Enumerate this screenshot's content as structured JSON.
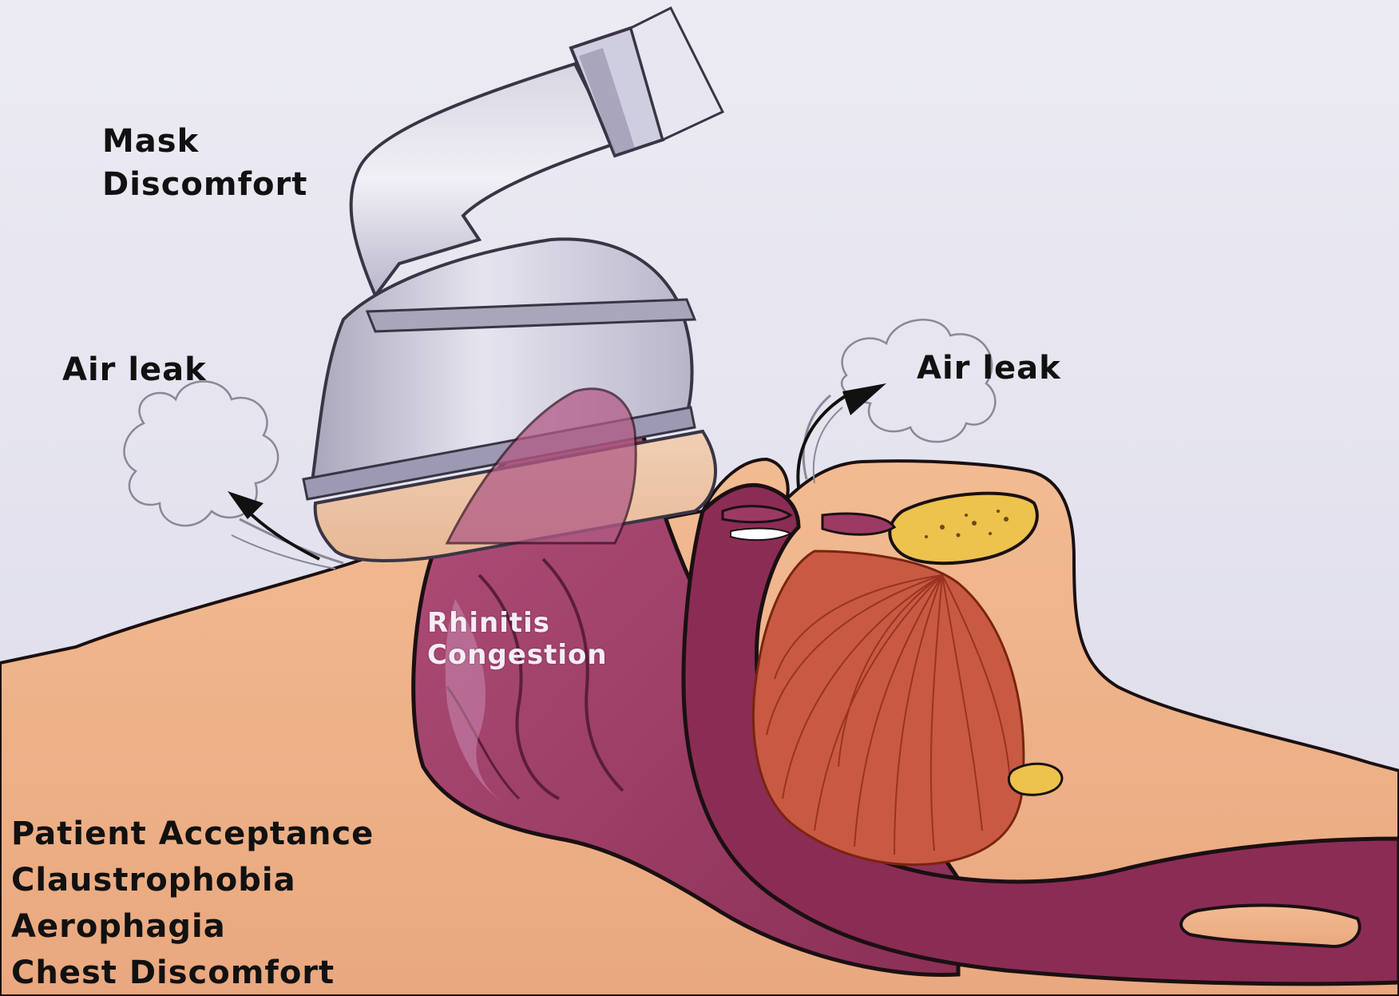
{
  "labels": {
    "mask_discomfort": [
      "Mask",
      "Discomfort"
    ],
    "air_leak_left": "Air leak",
    "air_leak_right": "Air leak",
    "rhinitis_congestion": [
      "Rhinitis",
      "Congestion"
    ],
    "complications": [
      "Patient Acceptance",
      "Claustrophobia",
      "Aerophagia",
      "Chest Discomfort"
    ]
  },
  "colors": {
    "background": "#e4e3ee",
    "skin": "#efb18a",
    "tissue": "#9c3a63",
    "tissue_light": "#c97fa6",
    "muscle": "#c9583f",
    "bone": "#edc24d",
    "mask_shell": "#c8c5d6",
    "outline": "#1a1012",
    "text": "#111111"
  },
  "icons": [
    "air-leak-arrow-icon",
    "air-puff-icon"
  ]
}
